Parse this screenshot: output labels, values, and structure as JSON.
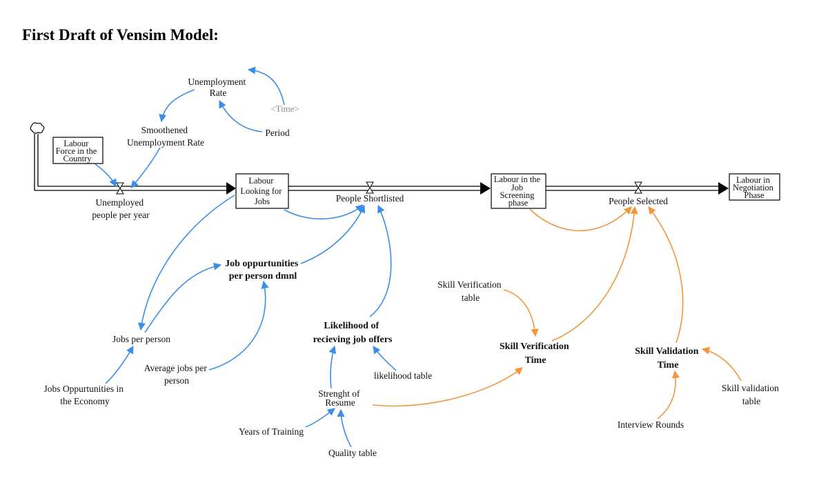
{
  "title": "First Draft of Vensim Model:",
  "colors": {
    "blue_link": "#3a8ee8",
    "orange_link": "#f5953a",
    "shadow_var": "#8a8a8a"
  },
  "stocks": {
    "labour_force": [
      "Labour",
      "Force in the",
      "Country"
    ],
    "labour_looking": [
      "Labour",
      "Looking for",
      "Jobs"
    ],
    "labour_screening": [
      "Labour in the",
      "Job",
      "Screening",
      "phase"
    ],
    "labour_negotiation": [
      "Labour in",
      "Negotiation",
      "Phase"
    ]
  },
  "flows": {
    "unemployed": [
      "Unemployed",
      "people per year"
    ],
    "people_shortlisted": [
      "People Shortlisted"
    ],
    "people_selected": [
      "People Selected"
    ]
  },
  "variables": {
    "unemployment_rate": [
      "Unemployment",
      "Rate"
    ],
    "time": [
      "<Time>"
    ],
    "smoothened": [
      "Smoothened",
      "Unemployment Rate"
    ],
    "period": [
      "Period"
    ],
    "job_opp": [
      "Job oppurtunities",
      "per person dmnl"
    ],
    "jobs_per_person": [
      "Jobs per person"
    ],
    "jobs_opp_economy": [
      "Jobs Oppurtunities in",
      "the Economy"
    ],
    "avg_jobs": [
      "Average jobs per",
      "person"
    ],
    "likelihood": [
      "Likelihood of",
      "recieving job offers"
    ],
    "likelihood_table": [
      "likelihood table"
    ],
    "strength": [
      "Strenght of",
      "Resume"
    ],
    "years_training": [
      "Years of Training"
    ],
    "quality_table": [
      "Quality table"
    ],
    "skill_ver_table": [
      "Skill Verification",
      "table"
    ],
    "skill_ver_time": [
      "Skill Verification",
      "Time"
    ],
    "skill_val_time": [
      "Skill Validation",
      "Time"
    ],
    "skill_val_table": [
      "Skill validation",
      "table"
    ],
    "interview_rounds": [
      "Interview Rounds"
    ]
  }
}
